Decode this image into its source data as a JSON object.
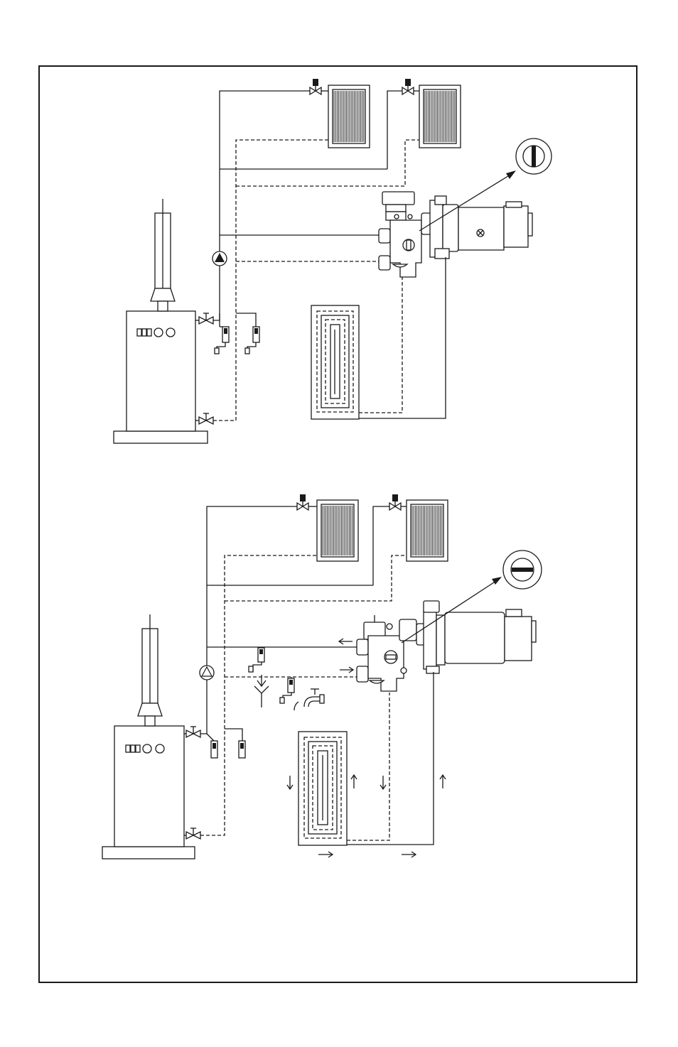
{
  "figure": {
    "panels": [
      {
        "id": "upper",
        "valve_state": "vertical-slot",
        "flow_arrows": false
      },
      {
        "id": "lower",
        "valve_state": "horizontal-slot",
        "flow_arrows": true
      }
    ],
    "colors": {
      "line": "#1a1a1a",
      "background": "#ffffff"
    }
  }
}
